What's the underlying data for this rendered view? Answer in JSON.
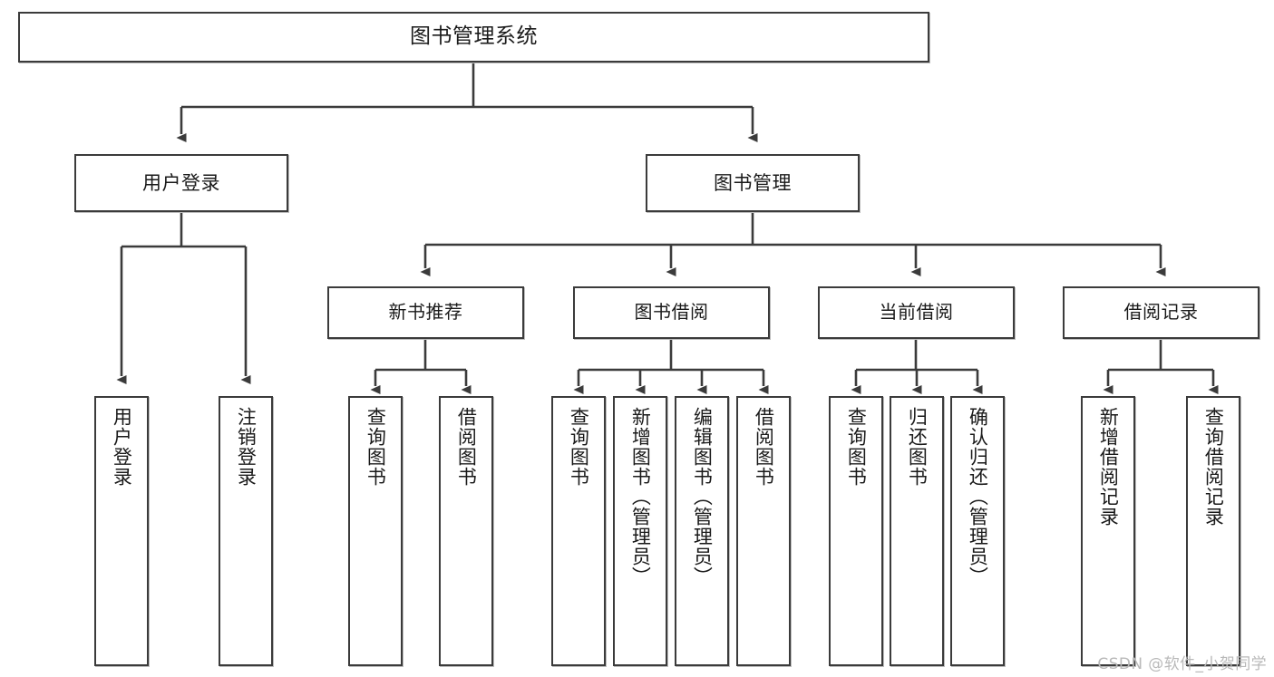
{
  "diagram": {
    "title": "图书管理系统",
    "type": "tree-hierarchy",
    "watermark": "CSDN @软件_小贺同学",
    "colors": {
      "stroke": "#3b3b3b",
      "text": "#1a1a1a",
      "background": "#ffffff",
      "shadow": "#bdbdbd",
      "watermark": "#b9b9b9"
    },
    "nodes": {
      "root": {
        "label": "图书管理系统"
      },
      "level1": [
        {
          "id": "user-login",
          "label": "用户登录"
        },
        {
          "id": "book-manage",
          "label": "图书管理"
        }
      ],
      "level2": [
        {
          "id": "new-book-recommend",
          "label": "新书推荐"
        },
        {
          "id": "book-borrow",
          "label": "图书借阅"
        },
        {
          "id": "current-borrow",
          "label": "当前借阅"
        },
        {
          "id": "borrow-record",
          "label": "借阅记录"
        }
      ],
      "leaves": {
        "user-login": [
          {
            "id": "leaf-user-login",
            "label": "用户登录"
          },
          {
            "id": "leaf-logout-login",
            "label": "注销登录"
          }
        ],
        "new-book-recommend": [
          {
            "id": "leaf-query-book-1",
            "label": "查询图书"
          },
          {
            "id": "leaf-borrow-book-1",
            "label": "借阅图书"
          }
        ],
        "book-borrow": [
          {
            "id": "leaf-query-book-2",
            "label": "查询图书"
          },
          {
            "id": "leaf-add-book",
            "label": "新增图书（管理员）"
          },
          {
            "id": "leaf-edit-book",
            "label": "编辑图书（管理员）"
          },
          {
            "id": "leaf-borrow-book-2",
            "label": "借阅图书"
          }
        ],
        "current-borrow": [
          {
            "id": "leaf-query-book-3",
            "label": "查询图书"
          },
          {
            "id": "leaf-return-book",
            "label": "归还图书"
          },
          {
            "id": "leaf-confirm-return",
            "label": "确认归还（管理员）"
          }
        ],
        "borrow-record": [
          {
            "id": "leaf-add-record",
            "label": "新增借阅记录"
          },
          {
            "id": "leaf-query-record",
            "label": "查询借阅记录"
          }
        ]
      }
    }
  }
}
